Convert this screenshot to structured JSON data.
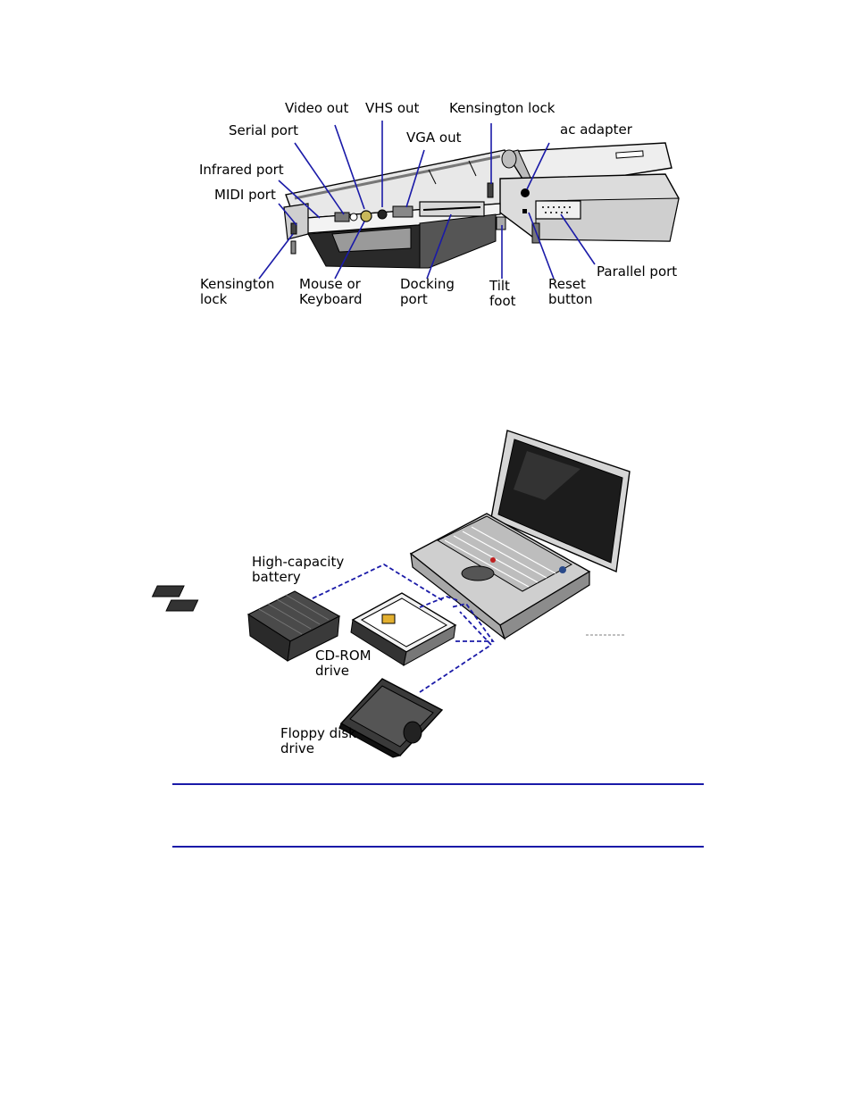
{
  "figure1": {
    "labels": {
      "video_out": "Video out",
      "vhs_out": "VHS out",
      "kensington_lock_top": "Kensington lock",
      "serial_port": "Serial port",
      "vga_out": "VGA out",
      "ac_adapter": "ac adapter",
      "infrared_port": "Infrared port",
      "midi_port": "MIDI port",
      "kensington_lock_bottom": "Kensington\nlock",
      "mouse_keyboard": "Mouse or\nKeyboard",
      "docking_port": "Docking\nport",
      "tilt_foot": "Tilt\nfoot",
      "reset_button": "Reset\nbutton",
      "parallel_port": "Parallel port"
    }
  },
  "figure2": {
    "labels": {
      "battery": "High-capacity\nbattery",
      "cdrom": "CD-ROM\ndrive",
      "floppy": "Floppy disk\ndrive"
    }
  },
  "colors": {
    "leader_line": "#1a1aa8",
    "rule": "#1a1aa8"
  }
}
